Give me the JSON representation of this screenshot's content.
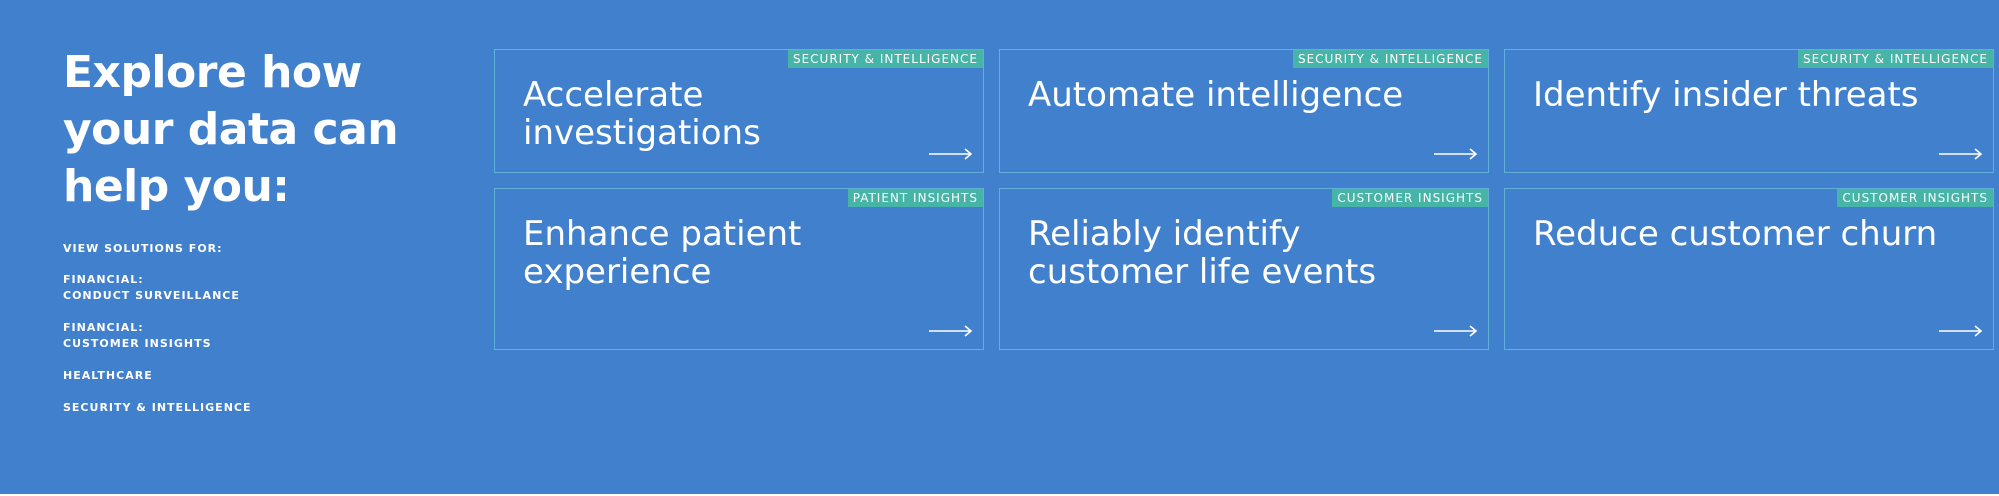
{
  "intro": {
    "heading_lines": [
      "Explore how",
      "your data can",
      "help you:"
    ],
    "filters_label": "VIEW SOLUTIONS FOR:",
    "filters": [
      {
        "line1": "FINANCIAL:",
        "line2": "CONDUCT SURVEILLANCE"
      },
      {
        "line1": "FINANCIAL:",
        "line2": "CUSTOMER INSIGHTS"
      },
      {
        "line1": "HEALTHCARE",
        "line2": ""
      },
      {
        "line1": "SECURITY & INTELLIGENCE",
        "line2": ""
      }
    ]
  },
  "cards": [
    {
      "tag": "SECURITY & INTELLIGENCE",
      "title": "Accelerate investigations",
      "icon": "arrow-right-icon"
    },
    {
      "tag": "SECURITY & INTELLIGENCE",
      "title": "Automate intelligence",
      "icon": "arrow-right-icon"
    },
    {
      "tag": "SECURITY & INTELLIGENCE",
      "title": "Identify insider threats",
      "icon": "arrow-right-icon"
    },
    {
      "tag": "PATIENT INSIGHTS",
      "title": "Enhance patient experience",
      "icon": "arrow-right-icon"
    },
    {
      "tag": "CUSTOMER INSIGHTS",
      "title": "Reliably identify customer life events",
      "icon": "arrow-right-icon"
    },
    {
      "tag": "CUSTOMER INSIGHTS",
      "title": "Reduce customer churn",
      "icon": "arrow-right-icon"
    }
  ],
  "colors": {
    "background": "#4180cc",
    "tag": "#47b4a8",
    "card_border": "#62b0d8",
    "text": "#ffffff"
  }
}
